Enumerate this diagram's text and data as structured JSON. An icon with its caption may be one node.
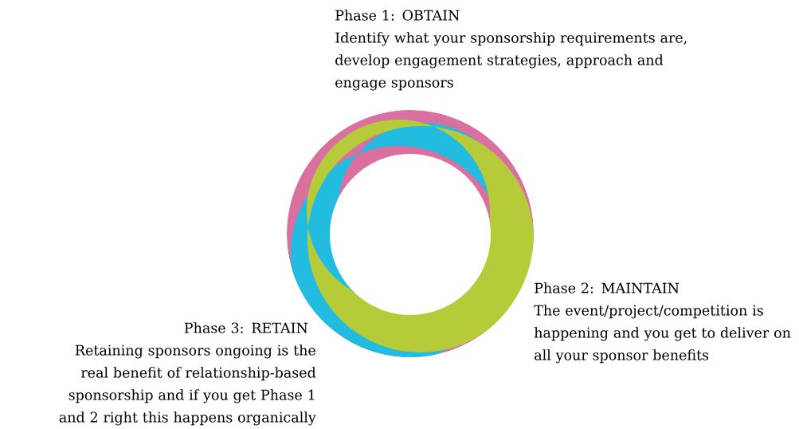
{
  "diagram": {
    "labels": [
      "Phase 1: OBTAIN",
      "Identify what your sponsorship requirements are, develop engagement strategies, approach and engage sponsors",
      "Phase 2: MAINTAIN",
      "The event/project/competition is happening and you get to deliver on all your sponsor benefits",
      "Phase 3: RETAIN",
      "Retaining sponsors ongoing is the real benefit of relationship-based sponsorship and if you get Phase 1 and 2 right this happens organically"
    ]
  }
}
